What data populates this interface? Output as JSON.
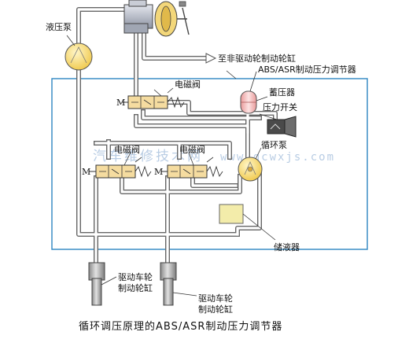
{
  "labels": {
    "hydraulic_pump": "液压泵",
    "to_non_drive_wheel": "至非驱动轮制动轮缸",
    "abs_asr_regulator": "ABS/ASR制动压力调节器",
    "solenoid_valve_top": "电磁阀",
    "accumulator": "蓄压器",
    "pressure_switch": "压力开关",
    "solenoid_valve_left": "电磁阀",
    "solenoid_valve_right": "电磁阀",
    "circulation_pump": "循环泵",
    "reservoir": "储液器",
    "drive_wheel_cyl_left_l1": "驱动车轮",
    "drive_wheel_cyl_left_l2": "制动轮缸",
    "drive_wheel_cyl_right_l1": "驱动车轮",
    "drive_wheel_cyl_right_l2": "制动轮缸",
    "caption": "循环调压原理的ABS/ASR制动压力调节器",
    "motor_top": "M",
    "motor_left": "M",
    "motor_right": "M"
  },
  "watermark": {
    "text": "汽车维修技术网",
    "url": "www.qcwxjs.com"
  },
  "colors": {
    "pipe_fill": "#ffffff",
    "pipe_stroke": "#555555",
    "frame": "#2e86c1",
    "valve": "#f5dca0",
    "pump": "#f9e08a",
    "accumulator": "#f7c9c9",
    "reservoir": "#f3ecaa",
    "cylinder": "#bfbfbf",
    "master": "#b9bec9"
  }
}
